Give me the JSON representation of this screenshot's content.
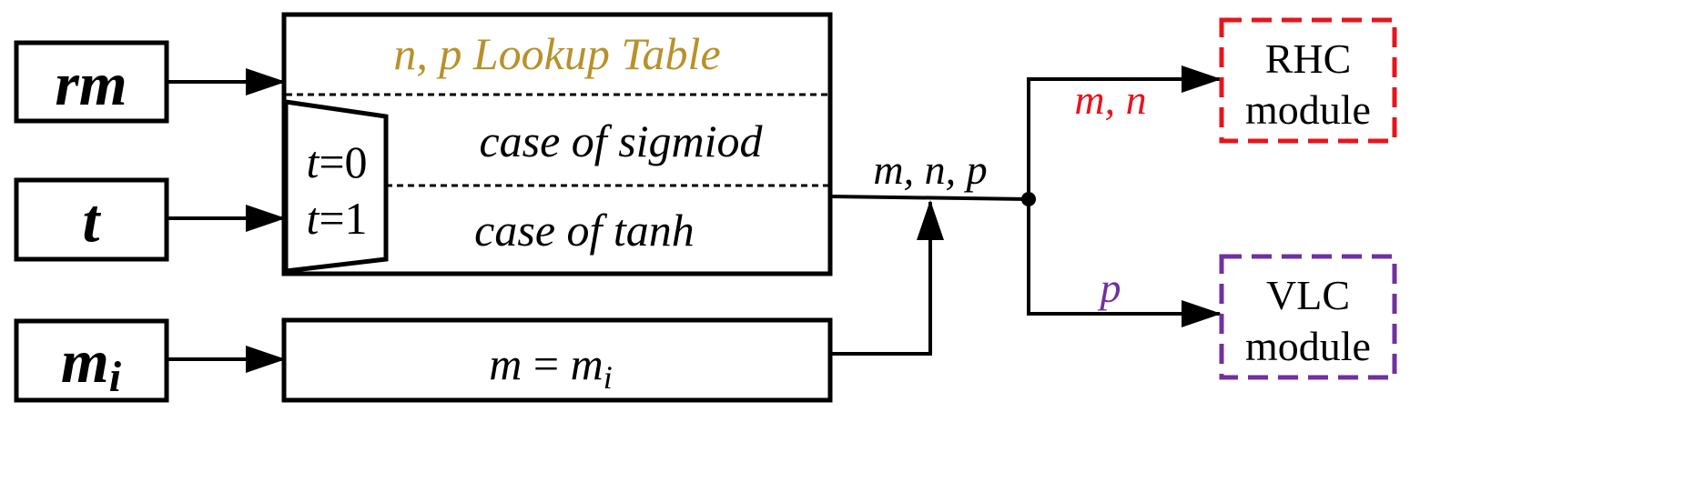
{
  "colors": {
    "stroke": "#000000",
    "table_title": "#b8912a",
    "rhc": "#e8141c",
    "vlc": "#7030a0"
  },
  "inputs": {
    "rm": "rm",
    "t": "t",
    "mi_base": "m",
    "mi_sub": "i"
  },
  "lookup_table": {
    "title": "n, p Lookup Table",
    "row_sigmoid": "case of sigmiod",
    "row_tanh": "case of tanh"
  },
  "mux": {
    "t0_var": "t",
    "t0_val": "=0",
    "t1_var": "t",
    "t1_val": "=1"
  },
  "assign_box": {
    "lhs": "m",
    "eq": " = ",
    "rhs_base": "m",
    "rhs_sub": "i"
  },
  "signals": {
    "combined": "m, n, p",
    "to_rhc": "m, n",
    "to_vlc": "p"
  },
  "modules": {
    "rhc_line1": "RHC",
    "rhc_line2": "module",
    "vlc_line1": "VLC",
    "vlc_line2": "module"
  }
}
